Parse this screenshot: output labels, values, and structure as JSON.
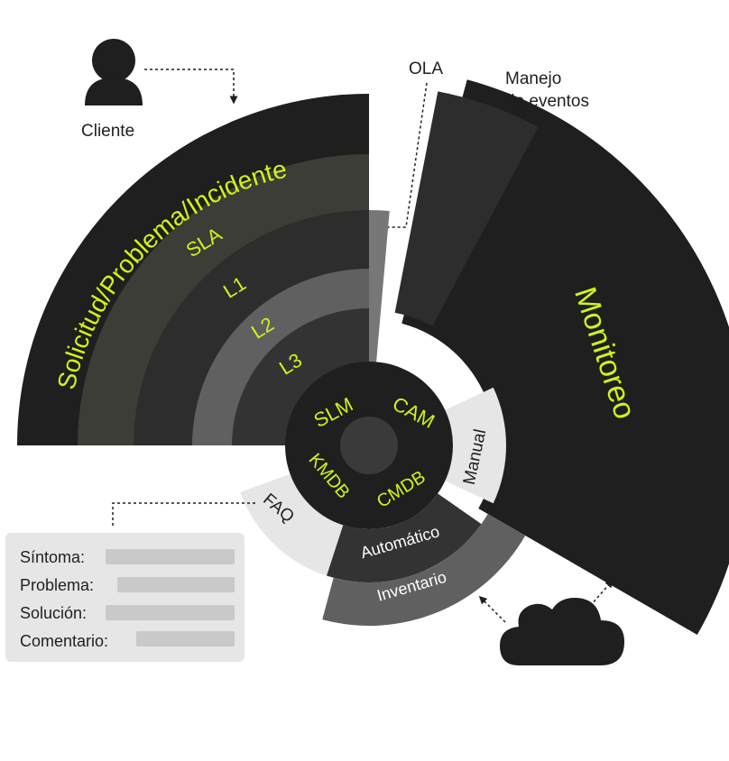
{
  "colors": {
    "accent": "#d2f21a",
    "darkest": "#1f1f1f",
    "dark": "#2d2d2d",
    "olive": "#3c3d37",
    "mid_dark": "#333333",
    "mid": "#606060",
    "light_gray": "#e6e6e6",
    "bar_gray": "#c9c9c9"
  },
  "labels": {
    "cliente": "Cliente",
    "ola": "OLA",
    "manejo_line1": "Manejo",
    "manejo_line2": "de eventos",
    "solicitud": "Solicitud/Problema/Incidente",
    "sla": "SLA",
    "l1": "L1",
    "l2": "L2",
    "l3": "L3",
    "monitoreo": "Monitoreo",
    "slm": "SLM",
    "cam": "CAM",
    "kmdb": "KMDB",
    "cmdb": "CMDB",
    "manual": "Manual",
    "faq": "FAQ",
    "automatico": "Automático",
    "inventario": "Inventario"
  },
  "faq_card": {
    "fields": [
      {
        "label": "Síntoma:"
      },
      {
        "label": "Problema:"
      },
      {
        "label": "Solución:"
      },
      {
        "label": "Comentario:"
      }
    ]
  },
  "icons": {
    "user": "user-icon",
    "cloud": "cloud-icon"
  }
}
